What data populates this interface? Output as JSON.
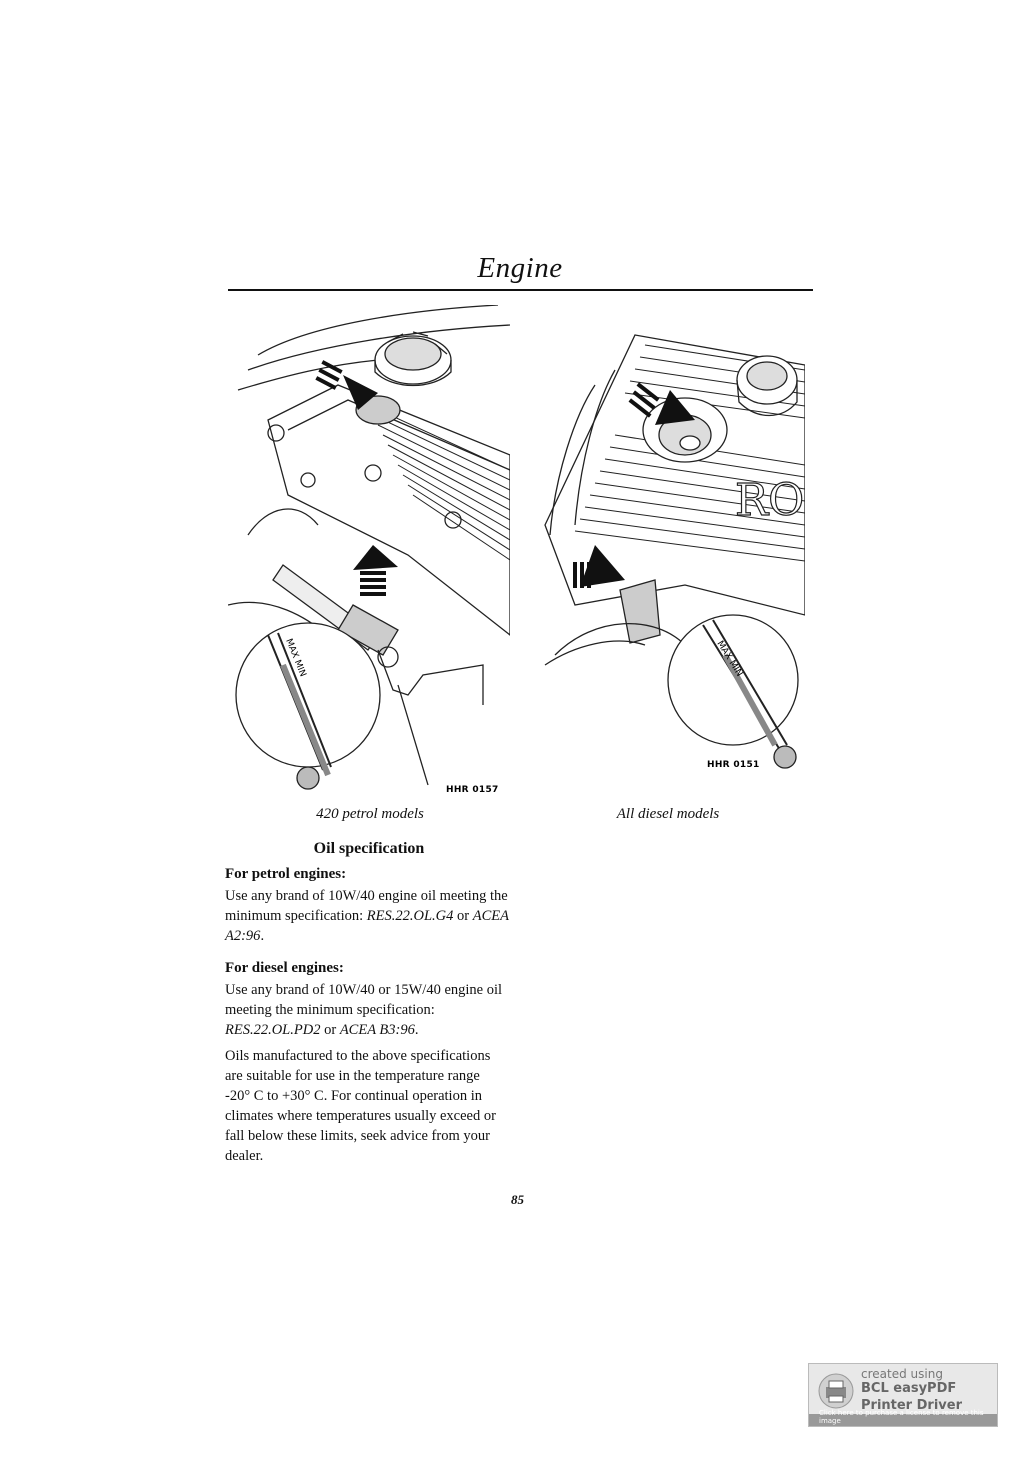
{
  "section_title": "Engine",
  "figures": {
    "left": {
      "code": "HHR 0157",
      "caption": "420 petrol models",
      "dipstick_text": "MAX MIN"
    },
    "right": {
      "code": "HHR 0151",
      "caption": "All diesel models",
      "dipstick_text": "MAX MIN",
      "engine_lettering": "RO"
    }
  },
  "oil_spec": {
    "heading": "Oil specification",
    "petrol": {
      "heading": "For petrol engines:",
      "text_pre": "Use any brand of 10W/40 engine oil meeting the minimum specification: ",
      "spec1": "RES.22.OL.G4",
      "joiner": " or ",
      "spec2": "ACEA A2:96",
      "end": "."
    },
    "diesel": {
      "heading": "For diesel engines:",
      "text_pre": "Use any brand of 10W/40 or 15W/40 engine oil meeting the minimum specification: ",
      "spec1": "RES.22.OL.PD2",
      "joiner": " or ",
      "spec2": "ACEA B3:96",
      "end": "."
    },
    "temperature_note": "Oils manufactured to the above specifications are suitable for use in the temperature range -20° C to +30° C. For continual operation in climates where temperatures usually exceed or fall below these limits, seek advice from your dealer."
  },
  "page_number": "85",
  "watermark": {
    "line1": "created using",
    "line2": "BCL easyPDF",
    "line3": "Printer Driver",
    "click": "Click here to purchase a license to remove this image"
  }
}
